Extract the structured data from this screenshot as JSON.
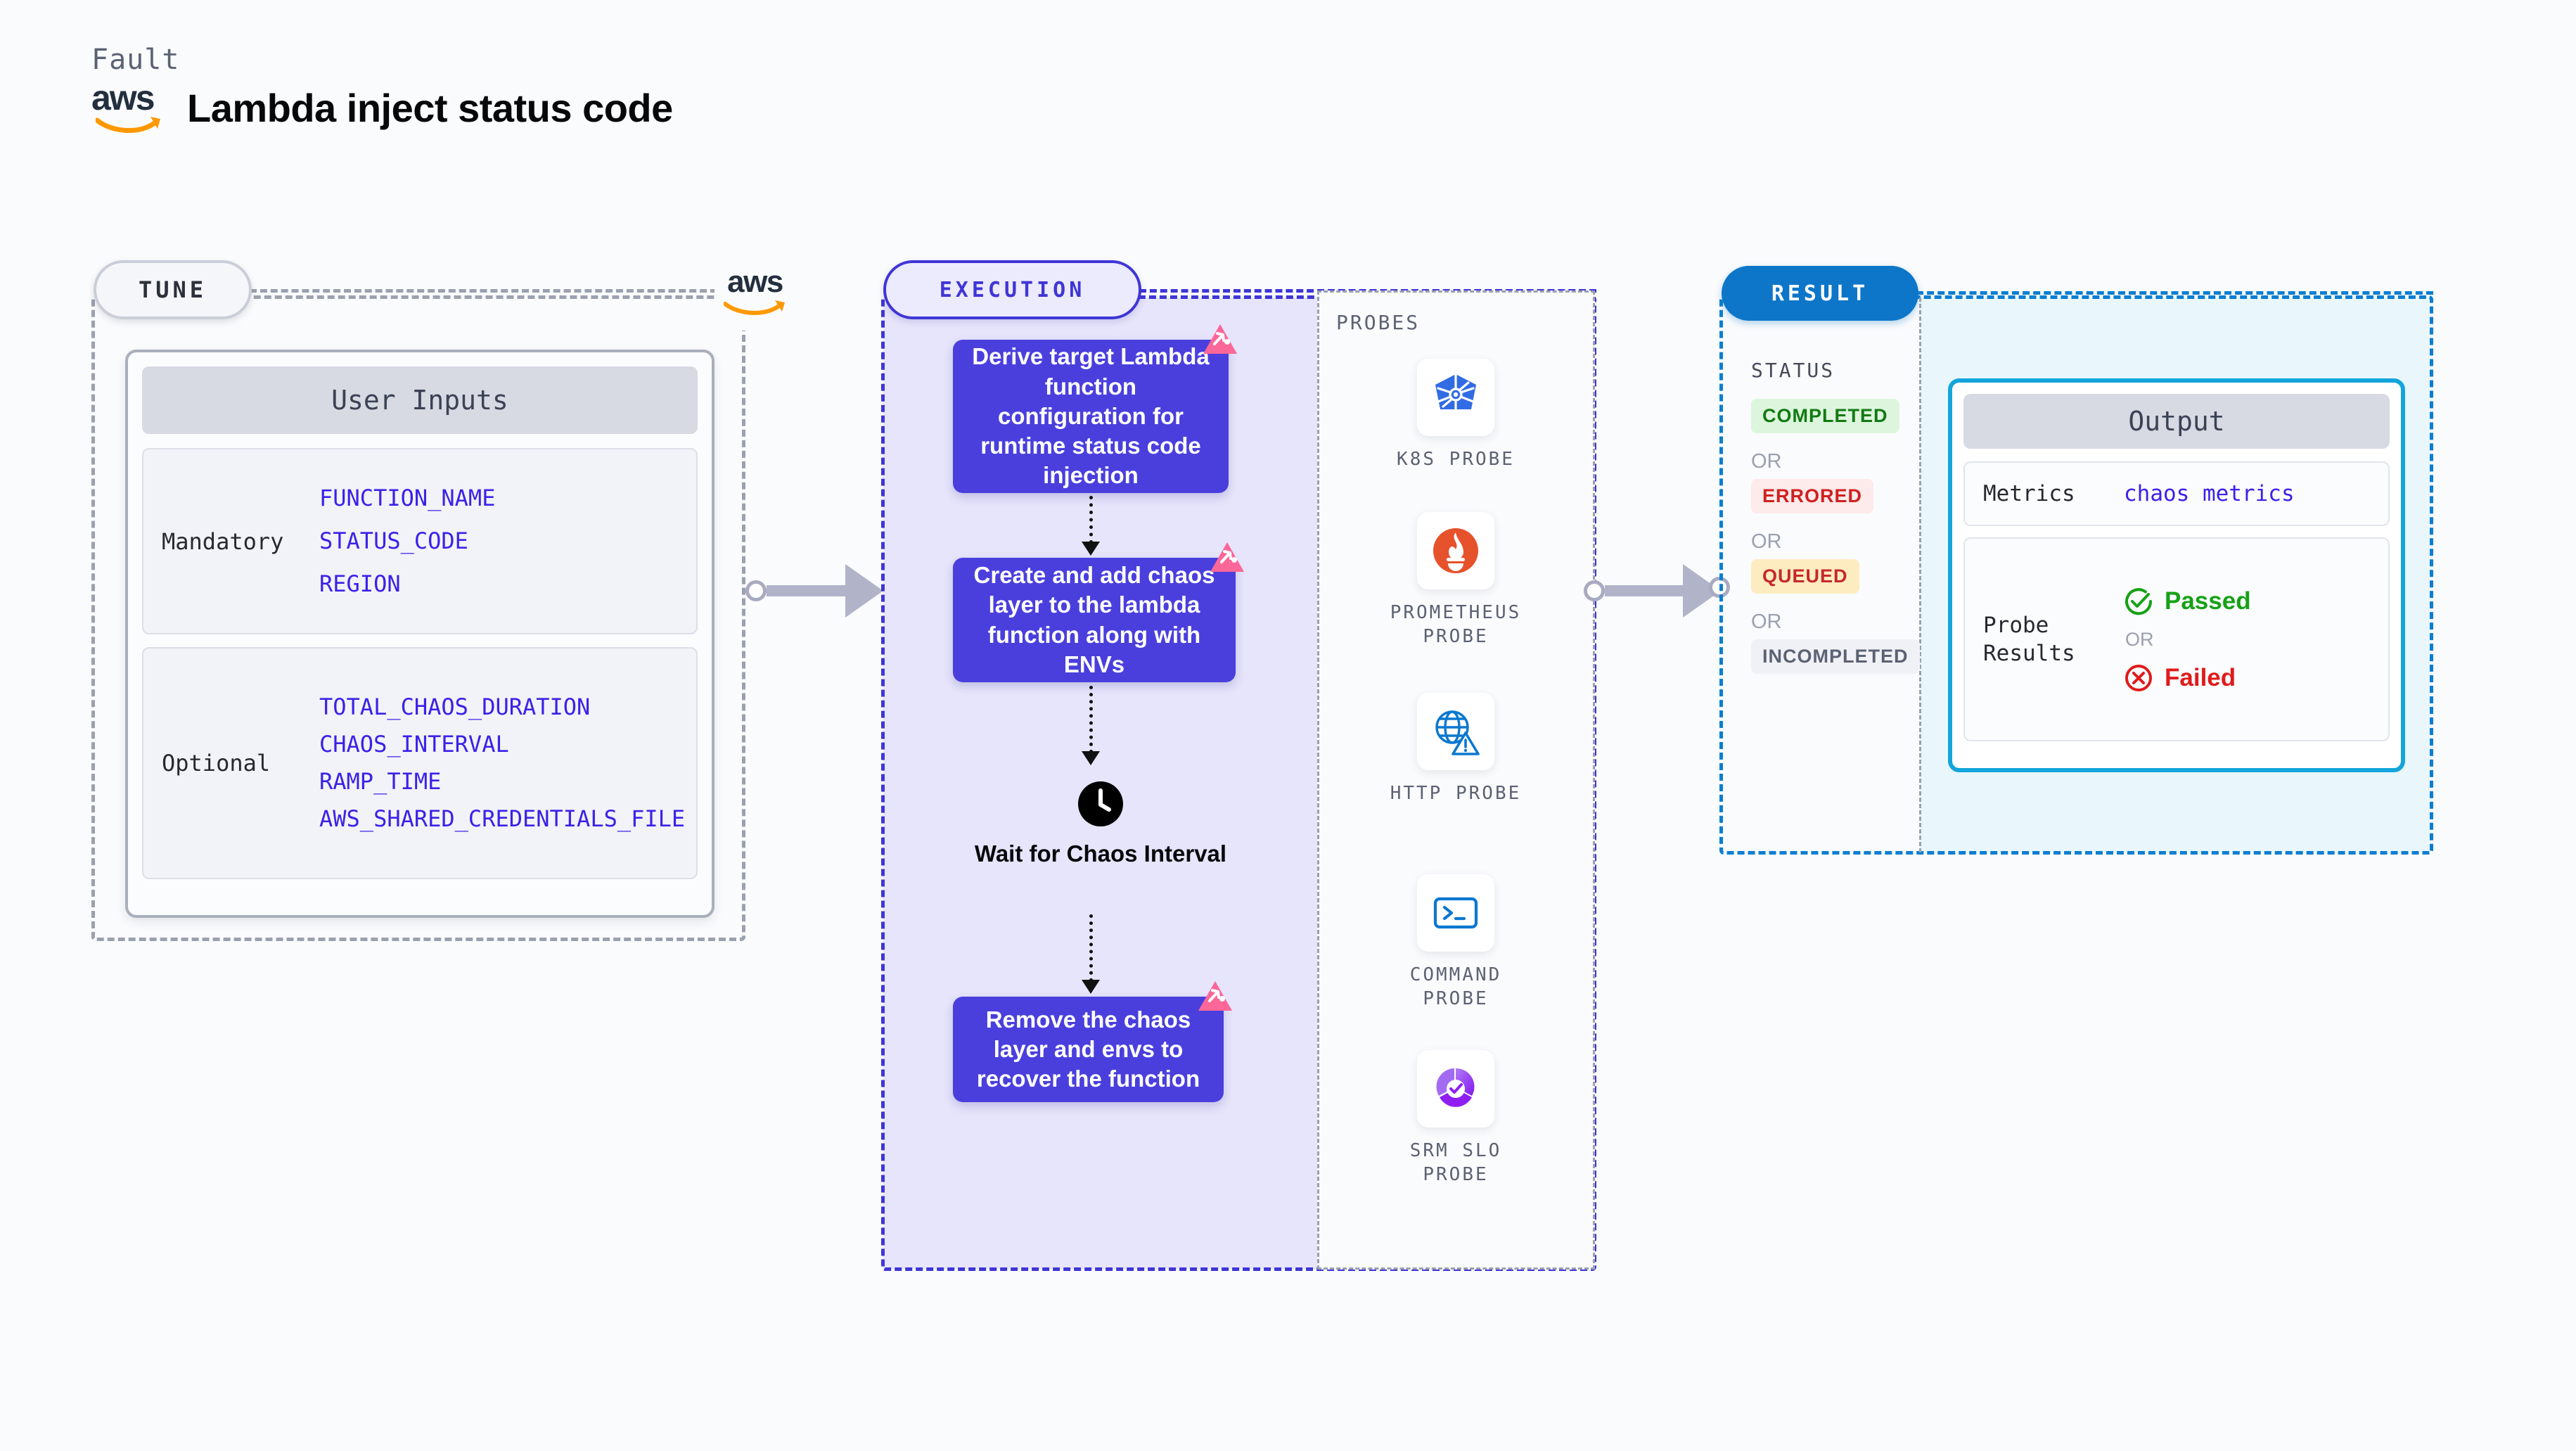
{
  "header": {
    "kicker": "Fault",
    "title": "Lambda inject status code",
    "logo_text": "aws",
    "logo_icon": "aws-logo"
  },
  "tune": {
    "pill_label": "TUNE",
    "provider_logo_text": "aws",
    "card_title": "User Inputs",
    "groups": [
      {
        "requirement": "Mandatory",
        "vars": [
          "FUNCTION_NAME",
          "STATUS_CODE",
          "REGION"
        ]
      },
      {
        "requirement": "Optional",
        "vars": [
          "TOTAL_CHAOS_DURATION",
          "CHAOS_INTERVAL",
          "RAMP_TIME",
          "AWS_SHARED_CREDENTIALS_FILE"
        ]
      }
    ]
  },
  "execution": {
    "pill_label": "EXECUTION",
    "nodes": [
      {
        "text": "Derive target Lambda function configuration for runtime status code injection",
        "badge": "litmus-icon"
      },
      {
        "text": "Create and add chaos layer to the lambda function along with ENVs",
        "badge": "litmus-icon"
      },
      {
        "text": "Remove the chaos layer and envs to recover the function",
        "badge": "litmus-icon"
      }
    ],
    "wait": {
      "icon": "clock-icon",
      "label": "Wait for Chaos Interval"
    }
  },
  "probes": {
    "section_label": "PROBES",
    "items": [
      {
        "label": "K8S PROBE",
        "icon": "kubernetes-icon"
      },
      {
        "label": "PROMETHEUS PROBE",
        "icon": "prometheus-icon"
      },
      {
        "label": "HTTP PROBE",
        "icon": "http-globe-warning-icon"
      },
      {
        "label": "COMMAND PROBE",
        "icon": "terminal-icon"
      },
      {
        "label": "SRM SLO PROBE",
        "icon": "srm-slo-donut-icon"
      }
    ]
  },
  "result": {
    "pill_label": "RESULT",
    "status_label": "STATUS",
    "or_label": "OR",
    "statuses": [
      {
        "label": "COMPLETED",
        "bg": "#ddf5dd",
        "fg": "#127a12"
      },
      {
        "label": "ERRORED",
        "bg": "#fdeaea",
        "fg": "#ce2020"
      },
      {
        "label": "QUEUED",
        "bg": "#fdecc0",
        "fg": "#c62828"
      },
      {
        "label": "INCOMPLETED",
        "bg": "#f0f1f6",
        "fg": "#5b6273"
      }
    ],
    "output": {
      "title": "Output",
      "metrics_key": "Metrics",
      "metrics_value": "chaos metrics",
      "probe_results_key": "Probe Results",
      "passed_label": "Passed",
      "failed_label": "Failed",
      "or_label": "OR",
      "passed_icon": "check-circle-icon",
      "failed_icon": "x-circle-icon"
    }
  },
  "colors": {
    "execution_accent": "#3f35d6",
    "node_fill": "#4a3fdd",
    "result_accent": "#0b7ed1",
    "result_inner_accent": "#13a5dc",
    "tune_accent": "#9aa1ae",
    "var_text": "#3a22e8",
    "aws_orange": "#ff9900",
    "litmus_pink": "#fa6798"
  }
}
